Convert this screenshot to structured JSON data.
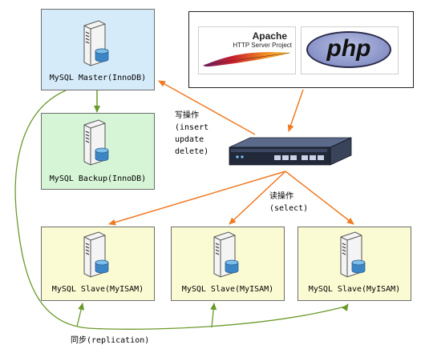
{
  "colors": {
    "master_fill": "#d6ebfa",
    "backup_fill": "#d6f5d6",
    "slave_fill": "#fbfbd3",
    "arrow_orange": "#f07a22",
    "arrow_green": "#6a9a2a",
    "php_purple": "#8892c6",
    "feather_red": "#c8202a"
  },
  "nodes": {
    "master": {
      "label": "MySQL Master(InnoDB)",
      "icon": "server-tower-icon"
    },
    "backup": {
      "label": "MySQL Backup(InnoDB)",
      "icon": "server-tower-icon"
    },
    "slaves": [
      {
        "label": "MySQL Slave(MyISAM)",
        "icon": "server-tower-icon"
      },
      {
        "label": "MySQL Slave(MyISAM)",
        "icon": "server-tower-icon"
      },
      {
        "label": "MySQL Slave(MyISAM)",
        "icon": "server-tower-icon"
      }
    ],
    "web": {
      "apache_title": "Apache",
      "apache_subtitle": "HTTP Server Project",
      "php_text": "php"
    },
    "proxy": {
      "icon": "rack-switch-icon"
    }
  },
  "annotations": {
    "write": "写操作\n(insert\nupdate\ndelete)",
    "read": "读操作\n(select)",
    "sync": "同步(replication)"
  }
}
